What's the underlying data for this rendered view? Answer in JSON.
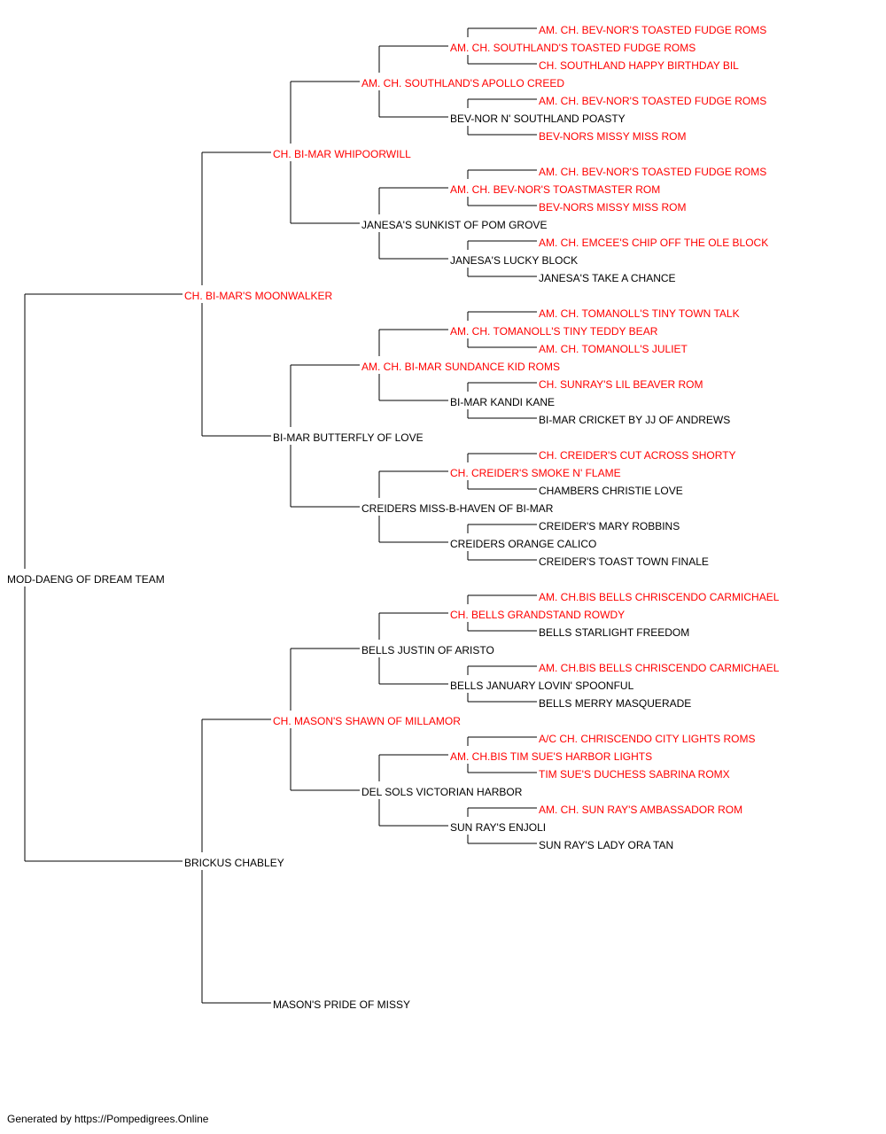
{
  "colors": {
    "champion_text": "#ff0000",
    "normal_text": "#000000",
    "connector_line": "#000000"
  },
  "footer": "Generated by https://Pompedigrees.Online",
  "pedigree": {
    "name": "MOD-DAENG OF DREAM TEAM",
    "champion": false,
    "sire": {
      "name": "CH. BI-MAR'S MOONWALKER",
      "champion": true,
      "sire": {
        "name": "CH. BI-MAR WHIPOORWILL",
        "champion": true,
        "sire": {
          "name": "AM. CH. SOUTHLAND'S APOLLO CREED",
          "champion": true,
          "sire": {
            "name": "AM. CH. SOUTHLAND'S TOASTED FUDGE ROMS",
            "champion": true,
            "sire": {
              "name": "AM. CH. BEV-NOR'S TOASTED FUDGE ROMS",
              "champion": true
            },
            "dam": {
              "name": "CH. SOUTHLAND HAPPY BIRTHDAY BIL",
              "champion": true
            }
          },
          "dam": {
            "name": "BEV-NOR N' SOUTHLAND POASTY",
            "champion": false,
            "sire": {
              "name": "AM. CH. BEV-NOR'S TOASTED FUDGE ROMS",
              "champion": true
            },
            "dam": {
              "name": "BEV-NORS MISSY MISS ROM",
              "champion": true
            }
          }
        },
        "dam": {
          "name": "JANESA'S SUNKIST OF POM GROVE",
          "champion": false,
          "sire": {
            "name": "AM. CH. BEV-NOR'S TOASTMASTER ROM",
            "champion": true,
            "sire": {
              "name": "AM. CH. BEV-NOR'S TOASTED FUDGE ROMS",
              "champion": true
            },
            "dam": {
              "name": "BEV-NORS MISSY MISS ROM",
              "champion": true
            }
          },
          "dam": {
            "name": "JANESA'S LUCKY BLOCK",
            "champion": false,
            "sire": {
              "name": "AM. CH. EMCEE'S CHIP OFF THE OLE BLOCK",
              "champion": true
            },
            "dam": {
              "name": "JANESA'S TAKE A CHANCE",
              "champion": false
            }
          }
        }
      },
      "dam": {
        "name": "BI-MAR BUTTERFLY OF LOVE",
        "champion": false,
        "sire": {
          "name": "AM. CH. BI-MAR SUNDANCE KID ROMS",
          "champion": true,
          "sire": {
            "name": "AM. CH. TOMANOLL'S TINY TEDDY BEAR",
            "champion": true,
            "sire": {
              "name": "AM. CH. TOMANOLL'S TINY TOWN TALK",
              "champion": true
            },
            "dam": {
              "name": "AM. CH. TOMANOLL'S JULIET",
              "champion": true
            }
          },
          "dam": {
            "name": "BI-MAR KANDI KANE",
            "champion": false,
            "sire": {
              "name": "CH. SUNRAY'S LIL BEAVER ROM",
              "champion": true
            },
            "dam": {
              "name": "BI-MAR CRICKET BY JJ OF ANDREWS",
              "champion": false
            }
          }
        },
        "dam": {
          "name": "CREIDERS MISS-B-HAVEN OF BI-MAR",
          "champion": false,
          "sire": {
            "name": "CH. CREIDER'S SMOKE N' FLAME",
            "champion": true,
            "sire": {
              "name": "CH. CREIDER'S CUT ACROSS SHORTY",
              "champion": true
            },
            "dam": {
              "name": "CHAMBERS CHRISTIE LOVE",
              "champion": false
            }
          },
          "dam": {
            "name": "CREIDERS ORANGE CALICO",
            "champion": false,
            "sire": {
              "name": "CREIDER'S MARY ROBBINS",
              "champion": false
            },
            "dam": {
              "name": "CREIDER'S TOAST TOWN FINALE",
              "champion": false
            }
          }
        }
      }
    },
    "dam": {
      "name": "BRICKUS CHABLEY",
      "champion": false,
      "sire": {
        "name": "CH. MASON'S SHAWN OF MILLAMOR",
        "champion": true,
        "sire": {
          "name": "BELLS JUSTIN OF ARISTO",
          "champion": false,
          "sire": {
            "name": "CH. BELLS GRANDSTAND ROWDY",
            "champion": true,
            "sire": {
              "name": "AM. CH.BIS BELLS CHRISCENDO CARMICHAEL",
              "champion": true
            },
            "dam": {
              "name": "BELLS STARLIGHT FREEDOM",
              "champion": false
            }
          },
          "dam": {
            "name": "BELLS JANUARY LOVIN' SPOONFUL",
            "champion": false,
            "sire": {
              "name": "AM. CH.BIS BELLS CHRISCENDO CARMICHAEL",
              "champion": true
            },
            "dam": {
              "name": "BELLS MERRY MASQUERADE",
              "champion": false
            }
          }
        },
        "dam": {
          "name": "DEL SOLS VICTORIAN HARBOR",
          "champion": false,
          "sire": {
            "name": "AM. CH.BIS TIM SUE'S HARBOR LIGHTS",
            "champion": true,
            "sire": {
              "name": "A/C CH. CHRISCENDO CITY LIGHTS ROMS",
              "champion": true
            },
            "dam": {
              "name": "TIM SUE'S DUCHESS SABRINA ROMX",
              "champion": true
            }
          },
          "dam": {
            "name": "SUN RAY'S ENJOLI",
            "champion": false,
            "sire": {
              "name": "AM. CH. SUN RAY'S AMBASSADOR ROM",
              "champion": true
            },
            "dam": {
              "name": "SUN RAY'S LADY ORA TAN",
              "champion": false
            }
          }
        }
      },
      "dam": {
        "name": "MASON'S PRIDE OF MISSY",
        "champion": false
      }
    }
  }
}
